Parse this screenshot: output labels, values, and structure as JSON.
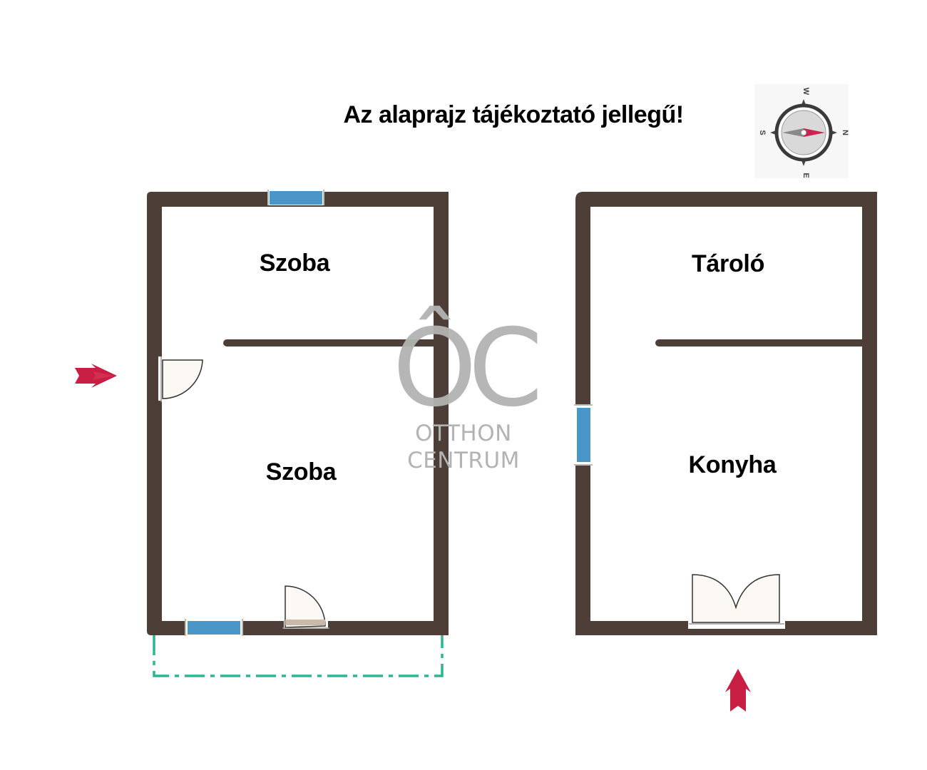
{
  "notice": "Az alaprajz tájékoztató jellegű!",
  "rooms": {
    "left_top": "Szoba",
    "left_bottom": "Szoba",
    "right_top": "Tároló",
    "right_bottom": "Konyha"
  },
  "watermark": {
    "monogram": "ÔC",
    "line1": "OTTHON",
    "line2": "CENTRUM"
  },
  "compass": {
    "north": "N",
    "south": "S",
    "east": "E",
    "west": "W"
  },
  "colors": {
    "wall": "#4d3f37",
    "window": "#4a96c8",
    "door_fill": "#fcf8f3",
    "entry_arrow": "#c81e44",
    "terrace_outline": "#2bb595",
    "watermark": "#b3b3b3"
  }
}
